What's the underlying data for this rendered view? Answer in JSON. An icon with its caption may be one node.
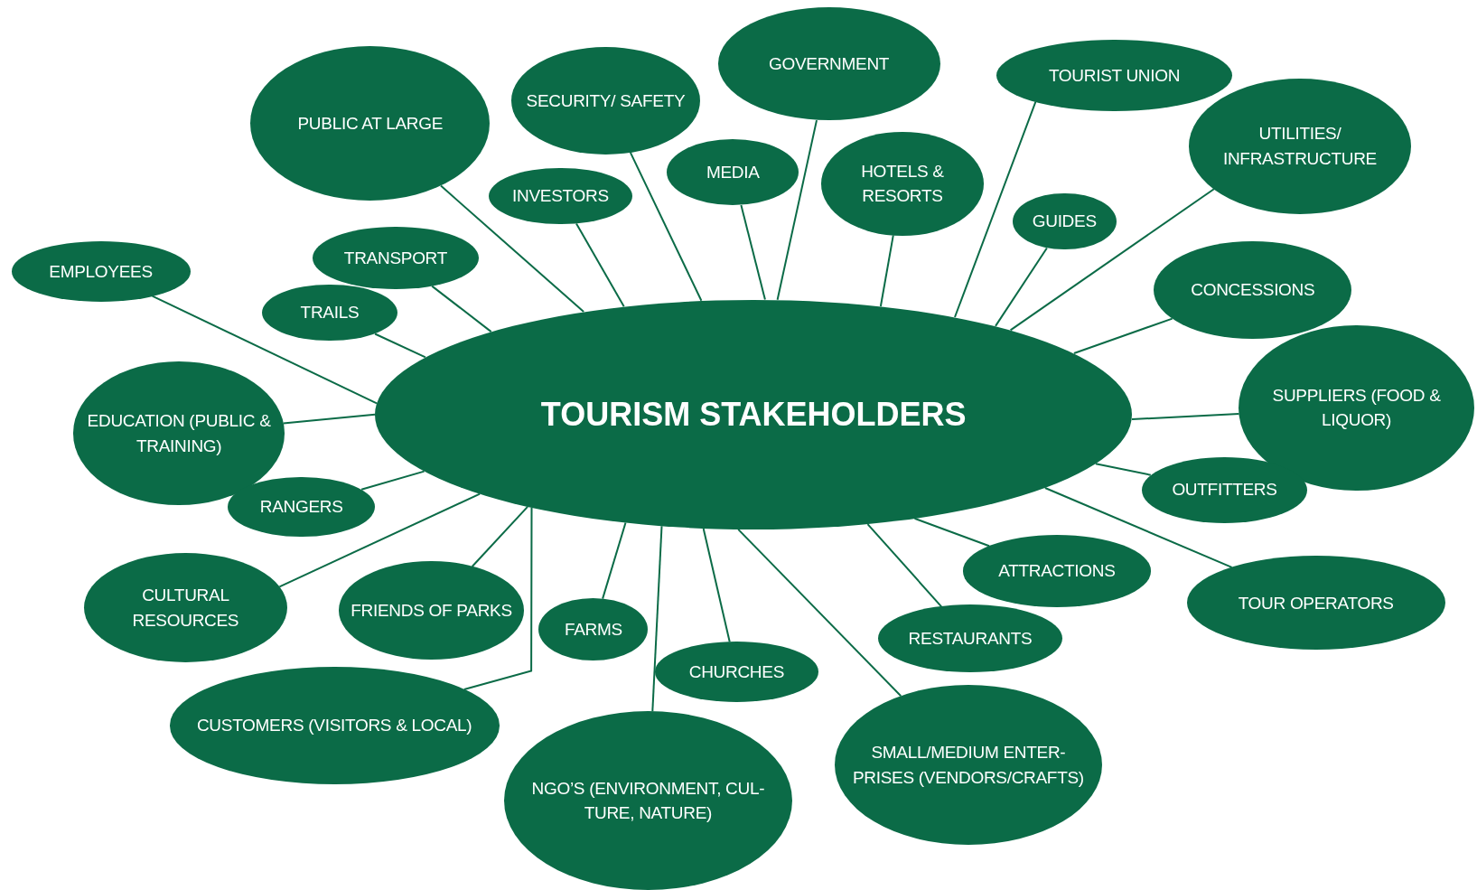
{
  "diagram": {
    "nodes": [
      {
        "text": [
          "TOURISM STAKEHOLDERS"
        ]
      },
      {
        "text": [
          "GOVERNMENT"
        ]
      },
      {
        "text": [
          "TOURIST UNION"
        ]
      },
      {
        "text": [
          "SECURITY/ SAFETY"
        ]
      },
      {
        "text": [
          "PUBLIC AT LARGE"
        ]
      },
      {
        "text": [
          "UTILITIES/ INFRASTRUCTURE"
        ]
      },
      {
        "text": [
          "MEDIA"
        ]
      },
      {
        "text": [
          "HOTELS & RESORTS"
        ]
      },
      {
        "text": [
          "INVESTORS"
        ]
      },
      {
        "text": [
          "GUIDES"
        ]
      },
      {
        "text": [
          "TRANSPORT"
        ]
      },
      {
        "text": [
          "EMPLOYEES"
        ]
      },
      {
        "text": [
          "CONCESSIONS"
        ]
      },
      {
        "text": [
          "TRAILS"
        ]
      },
      {
        "text": [
          "SUPPLIERS (FOOD & LIQUOR)"
        ]
      },
      {
        "text": [
          "EDUCATION (PUBLIC & TRAINING)"
        ]
      },
      {
        "text": [
          "OUTFITTERS"
        ]
      },
      {
        "text": [
          "RANGERS"
        ]
      },
      {
        "text": [
          "ATTRACTIONS"
        ]
      },
      {
        "text": [
          "FRIENDS OF PARKS"
        ]
      },
      {
        "text": [
          "TOUR OPERATORS"
        ]
      },
      {
        "text": [
          "CULTURAL RESOURCES"
        ]
      },
      {
        "text": [
          "FARMS"
        ]
      },
      {
        "text": [
          "RESTAURANTS"
        ]
      },
      {
        "text": [
          "CHURCHES"
        ]
      },
      {
        "text": [
          "CUSTOMERS (VISITORS & LOCAL)"
        ]
      },
      {
        "text": [
          "SMALL/MEDIUM ENTER- PRISES (VENDORS/CRAFTS)"
        ]
      },
      {
        "text": [
          "NGO’S (ENVIRONMENT, CUL- TURE, NATURE)"
        ]
      }
    ],
    "edges": [
      {
        "from": 0,
        "to": 1,
        "arrow": "none"
      },
      {
        "from": 0,
        "to": 2,
        "arrow": "none"
      },
      {
        "from": 0,
        "to": 3,
        "arrow": "none"
      },
      {
        "from": 0,
        "to": 4,
        "arrow": "none"
      },
      {
        "from": 0,
        "to": 5,
        "arrow": "none"
      },
      {
        "from": 0,
        "to": 6,
        "arrow": "none"
      },
      {
        "from": 0,
        "to": 7,
        "arrow": "none"
      },
      {
        "from": 0,
        "to": 8,
        "arrow": "none"
      },
      {
        "from": 0,
        "to": 9,
        "arrow": "none"
      },
      {
        "from": 0,
        "to": 10,
        "arrow": "none"
      },
      {
        "from": 0,
        "to": 11,
        "arrow": "none"
      },
      {
        "from": 0,
        "to": 12,
        "arrow": "none"
      },
      {
        "from": 0,
        "to": 13,
        "arrow": "none"
      },
      {
        "from": 0,
        "to": 14,
        "arrow": "none"
      },
      {
        "from": 0,
        "to": 15,
        "arrow": "none"
      },
      {
        "from": 0,
        "to": 16,
        "arrow": "none"
      },
      {
        "from": 0,
        "to": 17,
        "arrow": "none"
      },
      {
        "from": 0,
        "to": 18,
        "arrow": "none"
      },
      {
        "from": 0,
        "to": 19,
        "arrow": "none"
      },
      {
        "from": 0,
        "to": 20,
        "arrow": "none"
      },
      {
        "from": 0,
        "to": 21,
        "arrow": "none"
      },
      {
        "from": 0,
        "to": 22,
        "arrow": "none"
      },
      {
        "from": 0,
        "to": 23,
        "arrow": "none"
      },
      {
        "from": 0,
        "to": 24,
        "arrow": "none"
      },
      {
        "from": 0,
        "to": 25,
        "arrow": "none"
      },
      {
        "from": 0,
        "to": 26,
        "arrow": "none"
      },
      {
        "from": 0,
        "to": 27,
        "arrow": "none"
      }
    ]
  }
}
